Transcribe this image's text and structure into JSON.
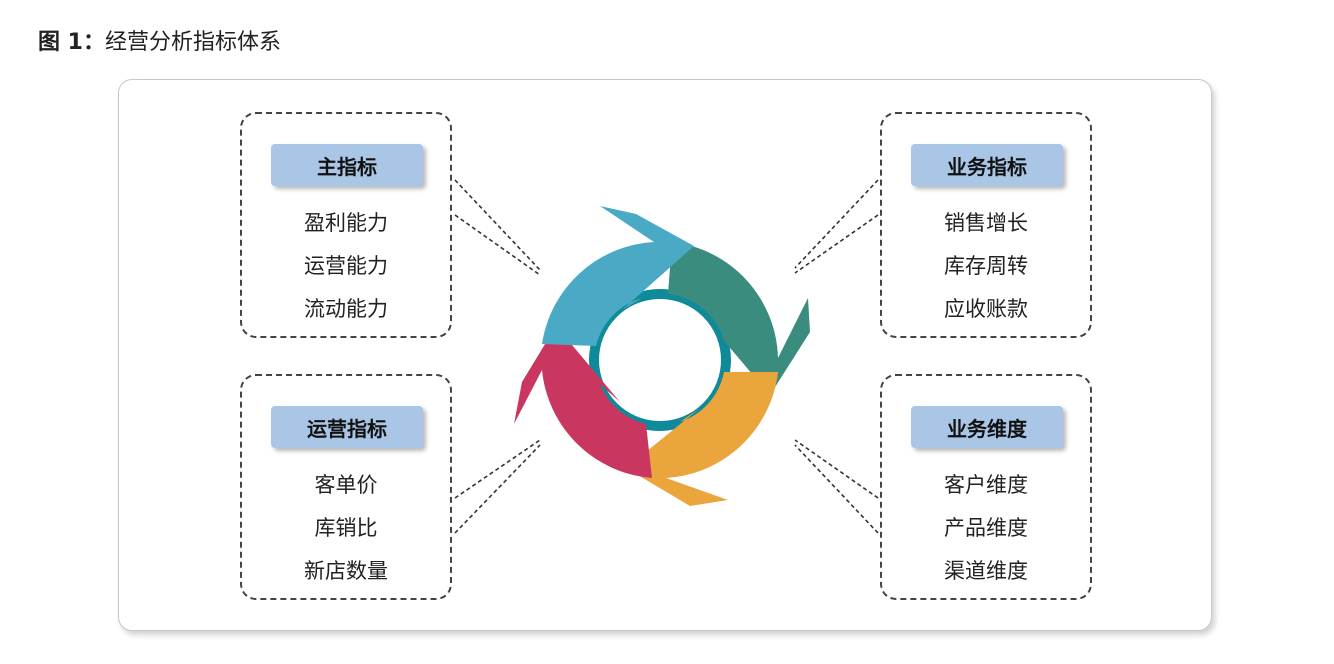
{
  "caption": {
    "number": "图 1：",
    "title": "经营分析指标体系"
  },
  "colors": {
    "teal_blue": "#4aa9c5",
    "dark_teal": "#3a8c7e",
    "orange": "#eba53d",
    "crimson": "#c9365f",
    "header_blue": "#a9c6e6"
  },
  "boxes": {
    "main": {
      "title": "主指标",
      "items": [
        "盈利能力",
        "运营能力",
        "流动能力"
      ]
    },
    "operation": {
      "title": "运营指标",
      "items": [
        "客单价",
        "库销比",
        "新店数量"
      ]
    },
    "business": {
      "title": "业务指标",
      "items": [
        "销售增长",
        "库存周转",
        "应收账款"
      ]
    },
    "dimension": {
      "title": "业务维度",
      "items": [
        "客户维度",
        "产品维度",
        "渠道维度"
      ]
    }
  }
}
